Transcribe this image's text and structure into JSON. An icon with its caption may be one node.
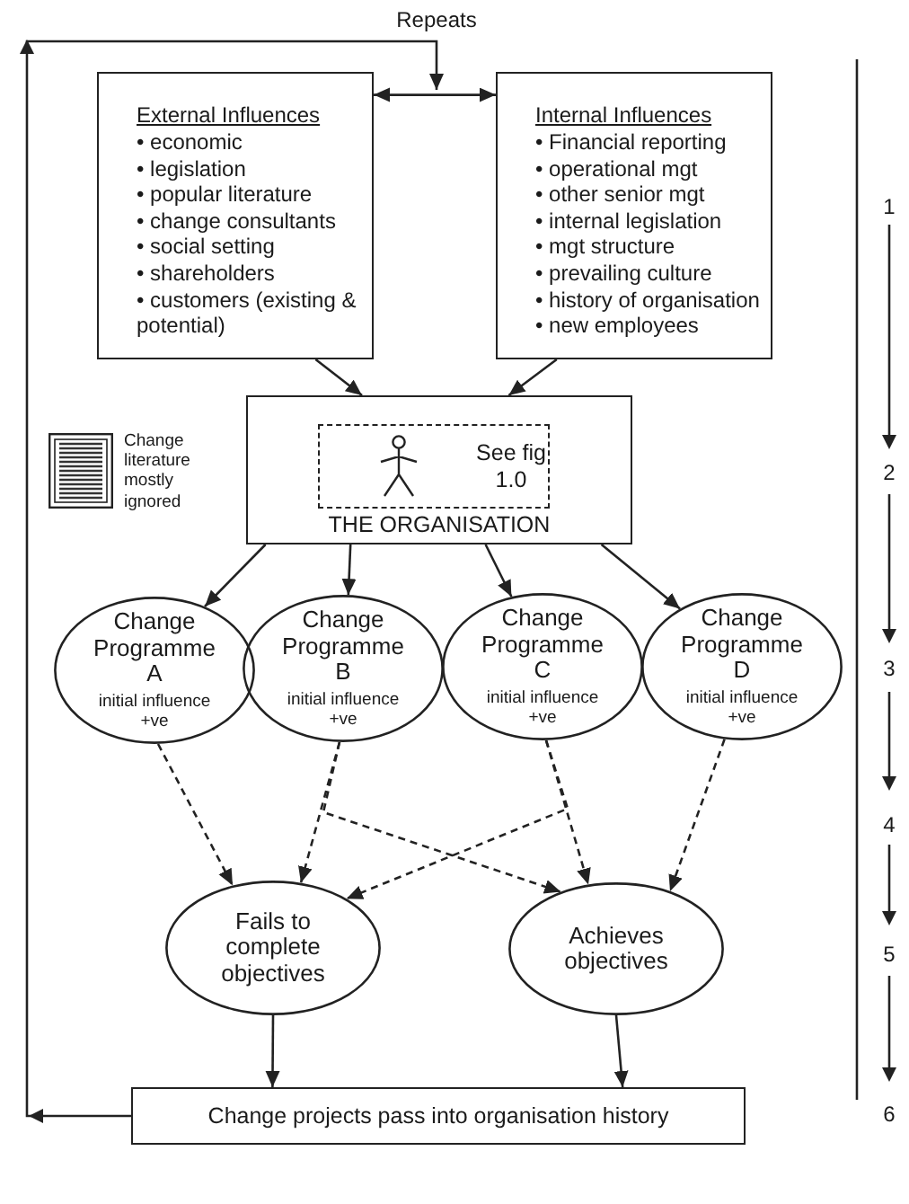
{
  "diagram": {
    "nodes": [
      {
        "text": [
          "External Influences",
          "• economic",
          "• legislation",
          "• popular literature",
          "• change consultants",
          "• social setting",
          "• shareholders",
          "• customers (existing & potential)"
        ]
      },
      {
        "text": [
          "Internal Influences",
          "• Financial reporting",
          "• operational mgt",
          "• other senior mgt",
          "• internal legislation",
          "• mgt structure",
          "• prevailing culture",
          "• history of organisation",
          "• new employees"
        ]
      },
      {
        "text": [
          "THE ORGANISATION"
        ]
      },
      {
        "text": [
          "See fig 1.0"
        ],
        "in": 2
      },
      {
        "text": [
          "Change Programme A",
          "initial influence +ve"
        ]
      },
      {
        "text": [
          "Change Programme B",
          "initial influence +ve"
        ]
      },
      {
        "text": [
          "Change Programme C",
          "initial influence +ve"
        ]
      },
      {
        "text": [
          "Change Programme D",
          "initial influence +ve"
        ]
      },
      {
        "text": [
          "Fails to complete objectives"
        ]
      },
      {
        "text": [
          "Achieves objectives"
        ]
      },
      {
        "text": [
          "Change projects pass into organisation history"
        ]
      }
    ],
    "edges": [
      {
        "from": 0,
        "to": 1,
        "arrow": "both"
      },
      {
        "from": 0,
        "to": 2,
        "arrow": "to"
      },
      {
        "from": 1,
        "to": 2,
        "arrow": "to"
      },
      {
        "from": 2,
        "to": 4,
        "arrow": "to"
      },
      {
        "from": 2,
        "to": 5,
        "arrow": "to"
      },
      {
        "from": 2,
        "to": 6,
        "arrow": "to"
      },
      {
        "from": 2,
        "to": 7,
        "arrow": "to"
      },
      {
        "from": 4,
        "to": 8,
        "arrow": "to",
        "style": "dashed"
      },
      {
        "from": 5,
        "to": 8,
        "arrow": "to",
        "style": "dashed"
      },
      {
        "from": 5,
        "to": 9,
        "arrow": "to",
        "style": "dashed"
      },
      {
        "from": 6,
        "to": 9,
        "arrow": "to",
        "style": "dashed"
      },
      {
        "from": 6,
        "to": 8,
        "arrow": "to",
        "style": "dashed"
      },
      {
        "from": 7,
        "to": 9,
        "arrow": "to",
        "style": "dashed"
      },
      {
        "from": 8,
        "to": 10,
        "arrow": "to"
      },
      {
        "from": 9,
        "to": 10,
        "arrow": "to"
      },
      {
        "from": 10,
        "to": null,
        "arrow": "to"
      }
    ],
    "labels": [
      "Repeats",
      "1",
      "Change literature mostly ignored",
      "2",
      "3",
      "4",
      "5",
      "6"
    ]
  }
}
